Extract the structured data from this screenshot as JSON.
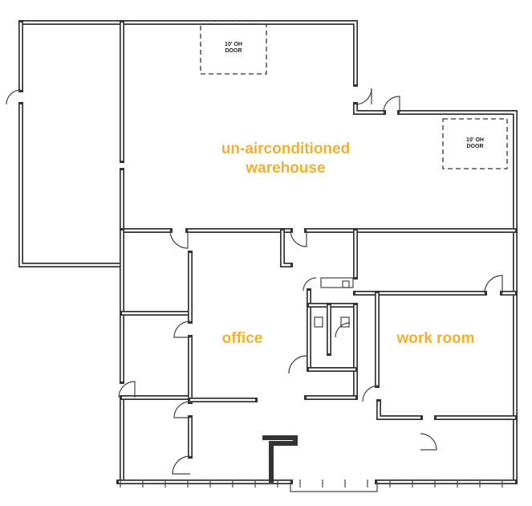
{
  "rooms": {
    "warehouse_line1": "un-airconditioned",
    "warehouse_line2": "warehouse",
    "office": "office",
    "work_room": "work room"
  },
  "overhead_doors": [
    {
      "line1": "10' OH",
      "line2": "DOOR"
    },
    {
      "line1": "10' OH",
      "line2": "DOOR"
    }
  ],
  "colors": {
    "label": "#F0B030",
    "walls": "#333333"
  }
}
